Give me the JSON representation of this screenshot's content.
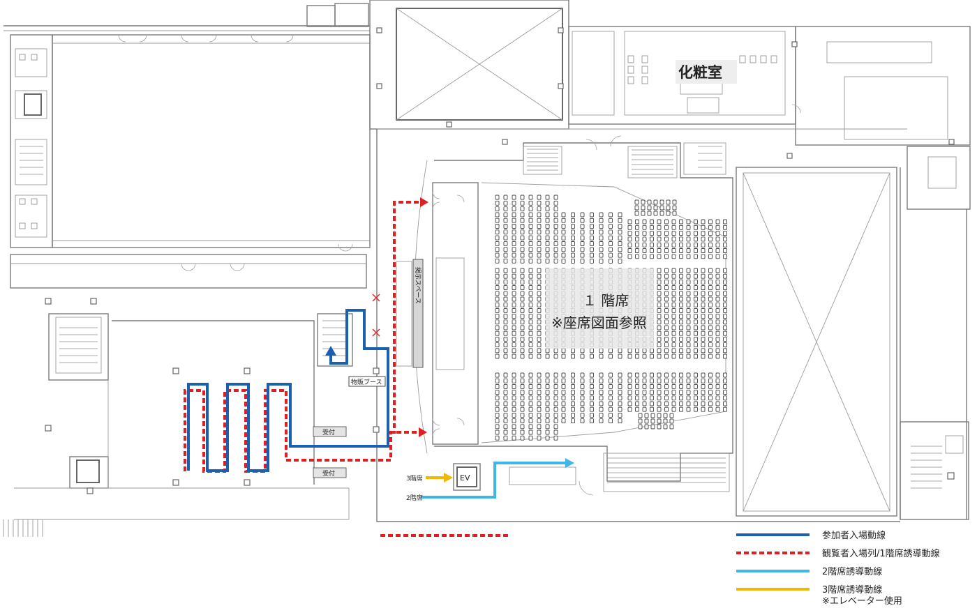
{
  "labels": {
    "makeup_room": "化粧室",
    "hall_floor": "１ 階席",
    "seat_ref": "※座席図面参照",
    "notice_space": "掲示スペース",
    "merch_booth": "物販ブース",
    "reception_1": "受付",
    "reception_2": "受付",
    "elevator": "EV",
    "arrow_3f": "3階席",
    "arrow_2f": "2階席"
  },
  "legend": [
    {
      "label": "参加者入場動線",
      "color": "#1b5fb0",
      "style": "solid"
    },
    {
      "label": "観覧者入場列/1階席誘導動線",
      "color": "#e02020",
      "style": "dashed"
    },
    {
      "label": "2階席誘導動線",
      "color": "#3fb6e8",
      "style": "solid"
    },
    {
      "label": "3階席誘導動線",
      "color": "#f2b705",
      "style": "solid",
      "note": "※エレベーター使用"
    }
  ],
  "colors": {
    "participant": "#1b5fb0",
    "audience": "#e02020",
    "second_floor": "#3fb6e8",
    "third_floor": "#f2b705"
  }
}
